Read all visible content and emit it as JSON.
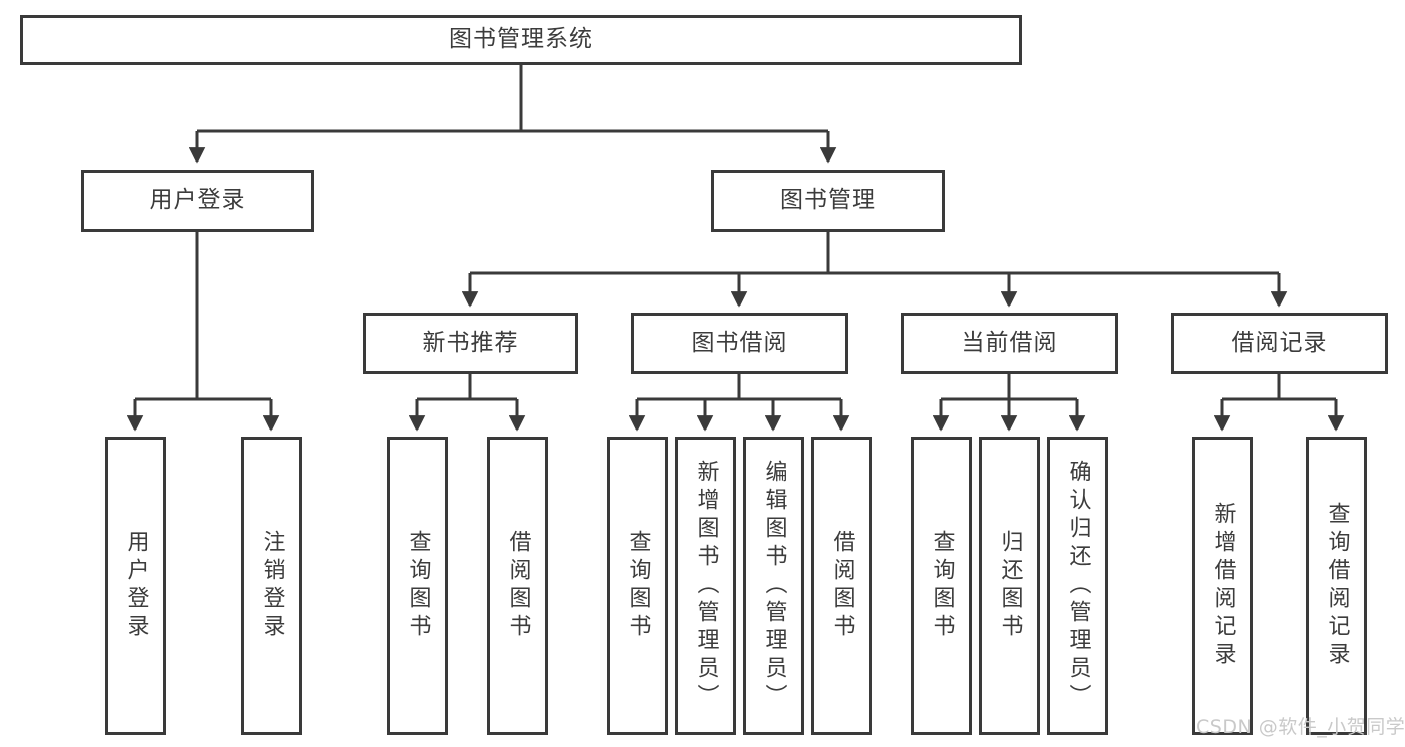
{
  "diagram": {
    "type": "tree-hierarchy",
    "title": "图书管理系统",
    "watermark": "CSDN @软件_小贺同学",
    "colors": {
      "stroke": "#3a3a3a",
      "text": "#3c3c3c",
      "background": "#ffffff",
      "watermark": "#c9c9c9"
    },
    "nodes": {
      "root": {
        "label": "图书管理系统"
      },
      "level2": [
        {
          "label": "用户登录"
        },
        {
          "label": "图书管理"
        }
      ],
      "level3": [
        {
          "label": "新书推荐"
        },
        {
          "label": "图书借阅"
        },
        {
          "label": "当前借阅"
        },
        {
          "label": "借阅记录"
        }
      ],
      "leaves": {
        "user_login": [
          {
            "label": "用户登录"
          },
          {
            "label": "注销登录"
          }
        ],
        "new_book_recommend": [
          {
            "label": "查询图书"
          },
          {
            "label": "借阅图书"
          }
        ],
        "book_borrow": [
          {
            "label": "查询图书"
          },
          {
            "label": "新增图书（管理员）"
          },
          {
            "label": "编辑图书（管理员）"
          },
          {
            "label": "借阅图书"
          }
        ],
        "current_borrow": [
          {
            "label": "查询图书"
          },
          {
            "label": "归还图书"
          },
          {
            "label": "确认归还（管理员）"
          }
        ],
        "borrow_record": [
          {
            "label": "新增借阅记录"
          },
          {
            "label": "查询借阅记录"
          }
        ]
      }
    }
  }
}
